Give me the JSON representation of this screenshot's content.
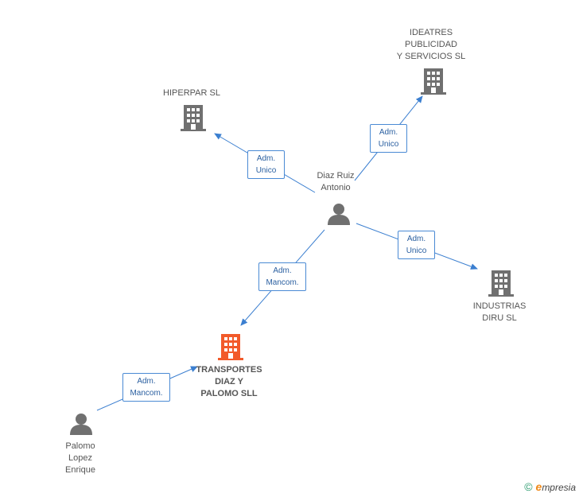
{
  "colors": {
    "company": "#707070",
    "main_company": "#f25a2a",
    "person": "#707070",
    "edge": "#3b7fd0",
    "edge_text": "#2a5fa0"
  },
  "nodes": {
    "ideatres": {
      "label": "IDEATRES\nPUBLICIDAD\nY SERVICIOS SL",
      "icon": "building-icon"
    },
    "hiperpar": {
      "label": "HIPERPAR SL",
      "icon": "building-icon"
    },
    "diaz": {
      "label": "Diaz Ruiz\nAntonio",
      "icon": "person-icon"
    },
    "industrias": {
      "label": "INDUSTRIAS\nDIRU SL",
      "icon": "building-icon"
    },
    "transportes": {
      "label": "TRANSPORTES\nDIAZ Y\nPALOMO SLL",
      "icon": "building-icon"
    },
    "palomo": {
      "label": "Palomo\nLopez\nEnrique",
      "icon": "person-icon"
    }
  },
  "edges": {
    "diaz_ideatres": {
      "line1": "Adm.",
      "line2": "Unico"
    },
    "diaz_hiperpar": {
      "line1": "Adm.",
      "line2": "Unico"
    },
    "diaz_industrias": {
      "line1": "Adm.",
      "line2": "Unico"
    },
    "diaz_transportes": {
      "line1": "Adm.",
      "line2": "Mancom."
    },
    "palomo_transportes": {
      "line1": "Adm.",
      "line2": "Mancom."
    }
  },
  "footer": {
    "copyright": "©",
    "brand_initial": "e",
    "brand_rest": "mpresia"
  }
}
